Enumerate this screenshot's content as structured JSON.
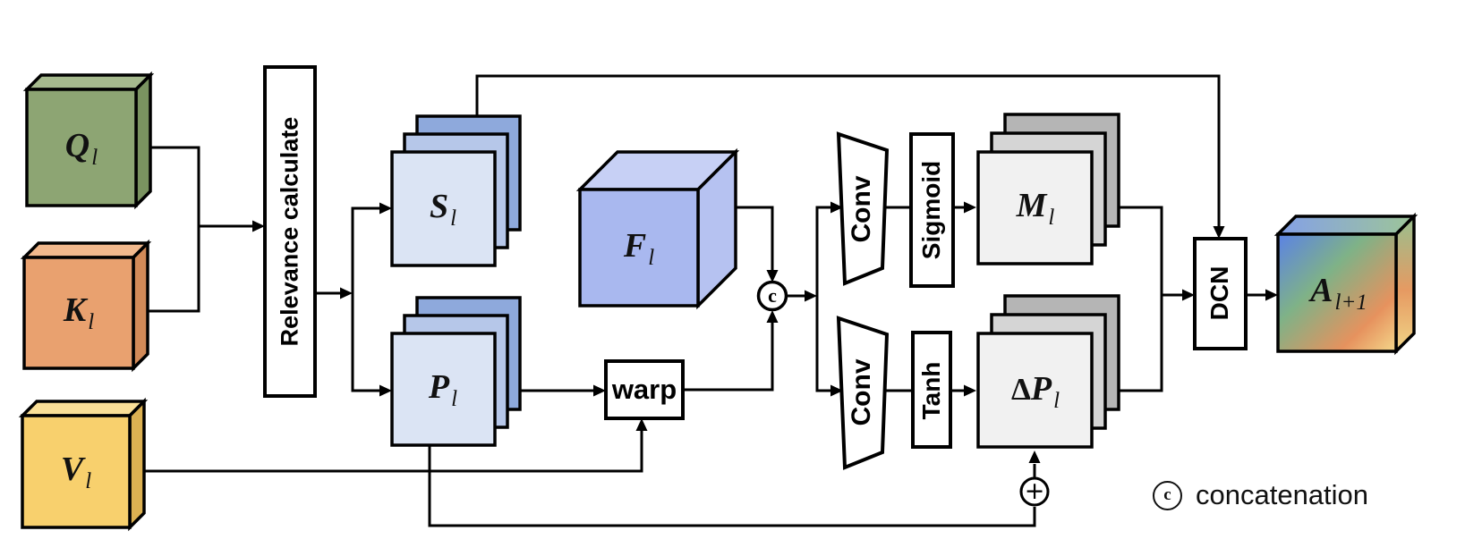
{
  "nodes": {
    "q": {
      "main": "Q",
      "sub": "l"
    },
    "k": {
      "main": "K",
      "sub": "l"
    },
    "v": {
      "main": "V",
      "sub": "l"
    },
    "relevance": {
      "label": "Relevance calculate"
    },
    "s": {
      "main": "S",
      "sub": "l"
    },
    "p": {
      "main": "P",
      "sub": "l"
    },
    "f": {
      "main": "F",
      "sub": "l"
    },
    "warp": {
      "label": "warp"
    },
    "concat": {
      "symbol": "c"
    },
    "conv_top": {
      "label": "Conv"
    },
    "conv_bottom": {
      "label": "Conv"
    },
    "sigmoid": {
      "label": "Sigmoid"
    },
    "tanh": {
      "label": "Tanh"
    },
    "m": {
      "main": "M",
      "sub": "l"
    },
    "dp": {
      "prefix": "Δ",
      "main": "P",
      "sub": "l"
    },
    "add": {
      "symbol": "+"
    },
    "dcn": {
      "label": "DCN"
    },
    "a": {
      "main": "A",
      "sub": "l+1"
    }
  },
  "legend": {
    "symbol": "c",
    "text": "concatenation"
  },
  "colors": {
    "line": "#000000",
    "box_fill": "#ffffff",
    "q_front": "#8da573",
    "q_top": "#a6ba8e",
    "q_side": "#7a9360",
    "k_front": "#e9a16f",
    "k_top": "#f2b98d",
    "k_side": "#d28a58",
    "v_front": "#f8d06d",
    "v_top": "#fbe098",
    "v_side": "#dcb152",
    "f_front": "#a9b8ef",
    "f_top": "#c7d0f5",
    "f_side": "#b6c2f1",
    "blue_front": "#dbe4f4",
    "blue_mid": "#b6c7e9",
    "blue_back": "#8ea9dc",
    "gray_front": "#f1f1f1",
    "gray_mid": "#d5d5d5",
    "gray_back": "#b5b5b5",
    "a_front": [
      "#5b82e6",
      "#7fb287",
      "#e6925e",
      "#f4d78a"
    ],
    "a_top": [
      "#84a0e8",
      "#9dc598"
    ],
    "a_side": [
      "#97c08f",
      "#e69a62",
      "#f0d587"
    ]
  }
}
